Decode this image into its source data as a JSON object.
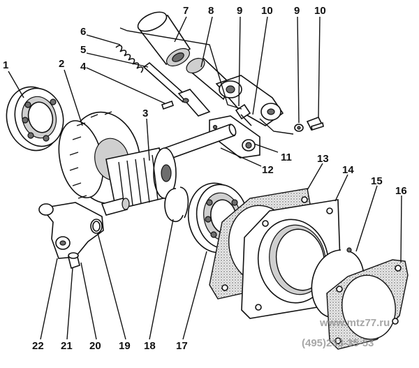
{
  "diagram": {
    "callouts": [
      "1",
      "2",
      "3",
      "4",
      "5",
      "6",
      "7",
      "8",
      "9",
      "10",
      "9",
      "10",
      "11",
      "12",
      "13",
      "14",
      "15",
      "16",
      "17",
      "18",
      "19",
      "20",
      "21",
      "22"
    ],
    "watermark": {
      "site": "www.mtz77.ru",
      "phone": "(495)233-35-53"
    }
  }
}
